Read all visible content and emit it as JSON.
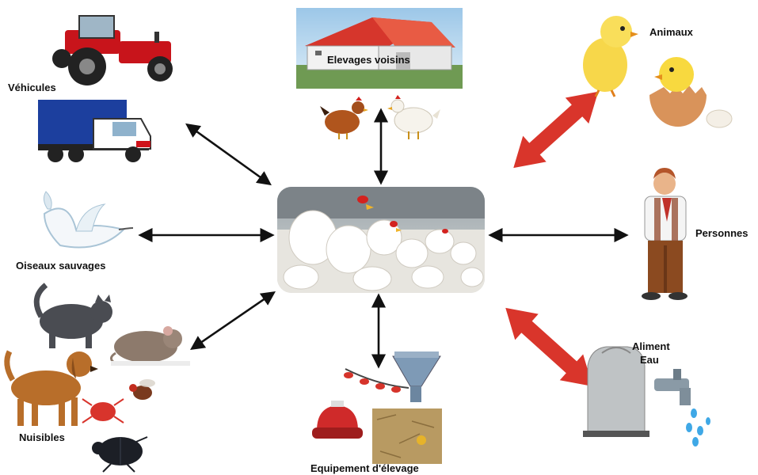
{
  "labels": {
    "vehicules": "Véhicules",
    "elevages_voisins": "Elevages voisins",
    "animaux": "Animaux",
    "oiseaux_sauvages": "Oiseaux sauvages",
    "personnes": "Personnes",
    "aliment": "Aliment",
    "eau": "Eau",
    "nuisibles": "Nuisibles",
    "equipement": "Equipement d'élevage"
  },
  "icons": {
    "center": "poultry-house-photo-icon",
    "vehicles": [
      "tractor-icon",
      "truck-icon"
    ],
    "farm": "farm-building-icon",
    "chickens": [
      "hen-icon",
      "white-hen-icon"
    ],
    "animals": [
      "chick-icon",
      "hatching-chick-icon",
      "egg-icon"
    ],
    "bird": "swan-icon",
    "person": "person-icon",
    "feed": [
      "feed-sack-icon",
      "water-tap-icon"
    ],
    "pests": [
      "cat-icon",
      "rat-icon",
      "dog-icon",
      "mite-icon",
      "fly-icon",
      "beetle-icon"
    ],
    "equipment": [
      "feeder-icon",
      "drinker-icon",
      "hopper-icon",
      "litter-photo-icon"
    ]
  },
  "colors": {
    "black_arrow": "#111111",
    "red_arrow": "#d9352b",
    "tractor_red": "#c8141b",
    "truck_blue": "#1c3f9e"
  }
}
